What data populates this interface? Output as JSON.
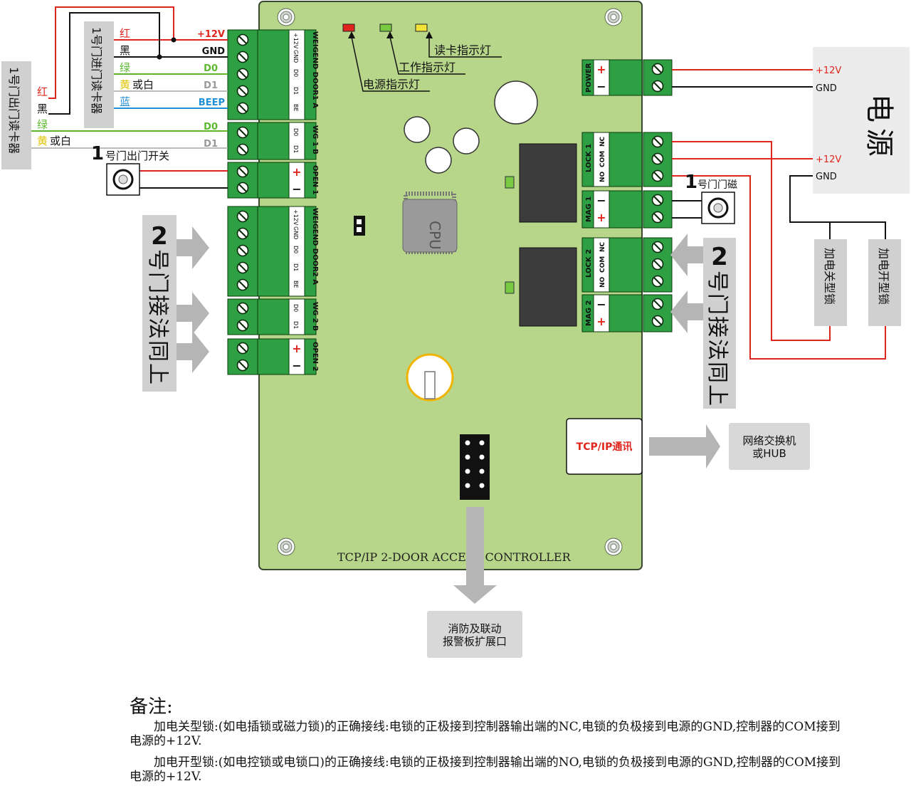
{
  "reader_out": {
    "title": "1号门出门读卡器",
    "wires": [
      {
        "color_name": "红",
        "color": "#e0261c"
      },
      {
        "color_name": "黑",
        "color": "#111111"
      },
      {
        "color_name": "绿",
        "color": "#5cb82f"
      },
      {
        "color_name": "黄",
        "suffix": "或白",
        "color": "#e0c400"
      }
    ],
    "signal_d0": "D0",
    "signal_d1": "D1"
  },
  "reader_in": {
    "title": "1号门进门读卡器",
    "wires": [
      {
        "color_name": "红",
        "signal": "+12V",
        "color": "#e0261c"
      },
      {
        "color_name": "黑",
        "signal": "GND",
        "color": "#111111"
      },
      {
        "color_name": "绿",
        "signal": "D0",
        "color": "#5cb82f"
      },
      {
        "color_name": "黄",
        "suffix": "或白",
        "signal": "D1",
        "color": "#e0c400"
      },
      {
        "color_name": "蓝",
        "signal": "BEEP",
        "color": "#1f8fd6"
      }
    ]
  },
  "exit_switch": {
    "num": "1",
    "label": "号门出门开关"
  },
  "door2_left": {
    "num": "2",
    "text": "号门接法同上"
  },
  "door2_right": {
    "num": "2",
    "text": "号门接法同上"
  },
  "connectors": {
    "wiegand1": {
      "title": "WEIGEND DOOR1 A",
      "pins": [
        "+12V",
        "GND",
        "D0",
        "D1",
        "BE"
      ]
    },
    "wg1b": {
      "title": "WG 1 B",
      "pins": [
        "D0",
        "D1"
      ]
    },
    "open1": {
      "title": "OPEN 1",
      "pins": [
        "+",
        "−"
      ]
    },
    "wiegand2": {
      "title": "WEIGEND DOOR2 A",
      "pins": [
        "+12V",
        "GND",
        "D0",
        "D1",
        "BE"
      ]
    },
    "wg2b": {
      "title": "WG 2 B",
      "pins": [
        "D0",
        "D1"
      ]
    },
    "open2": {
      "title": "OPEN 2",
      "pins": [
        "+",
        "−"
      ]
    },
    "power": {
      "title": "POWER",
      "pins": [
        "+",
        "−"
      ]
    },
    "lock1": {
      "title": "LOCK 1",
      "pins": [
        "NC",
        "COM",
        "NO"
      ]
    },
    "mag1": {
      "title": "MAG 1",
      "pins": [
        "−",
        "+"
      ]
    },
    "lock2": {
      "title": "LOCK 2",
      "pins": [
        "NC",
        "COM",
        "NO"
      ]
    },
    "mag2": {
      "title": "MAG 2",
      "pins": [
        "−",
        "+"
      ]
    }
  },
  "indicators": {
    "read": "读卡指示灯",
    "work": "工作指示灯",
    "power": "电源指示灯",
    "colors": {
      "read": "#f3e23a",
      "work": "#7ac943",
      "power": "#e0261c"
    }
  },
  "cpu": "CPU",
  "board_label": "TCP/IP 2-DOOR ACCESS CONTROLLER",
  "power_supply": {
    "title": "电源",
    "v1": "+12V",
    "g1": "GND",
    "v2": "+12V",
    "g2": "GND"
  },
  "door_sensor": {
    "num": "1",
    "label": "号门门磁"
  },
  "locks": {
    "fail_secure": "加电关型锁",
    "fail_safe": "加电开型锁"
  },
  "tcp": {
    "label": "TCP/IP通讯",
    "target": "网络交换机或HUB"
  },
  "expansion": "消防及联动报警板扩展口",
  "notes": {
    "title": "备注:",
    "p1": "加电关型锁:(如电插锁或磁力锁)的正确接线:电锁的正极接到控制器输出端的NC,电锁的负极接到电源的GND,控制器的COM接到电源的+12V.",
    "p2": "加电开型锁:(如电控锁或电锁口)的正确接线:电锁的正极接到控制器输出端的NO,电锁的负极接到电源的GND,控制器的COM接到电源的+12V."
  },
  "colors": {
    "board": "#b7d68a",
    "terminal": "#2ea043",
    "relay": "#3c3c3c",
    "gray_box": "#d0d0d0",
    "arrow": "#b5b5b5",
    "wire_red": "#e0261c"
  }
}
